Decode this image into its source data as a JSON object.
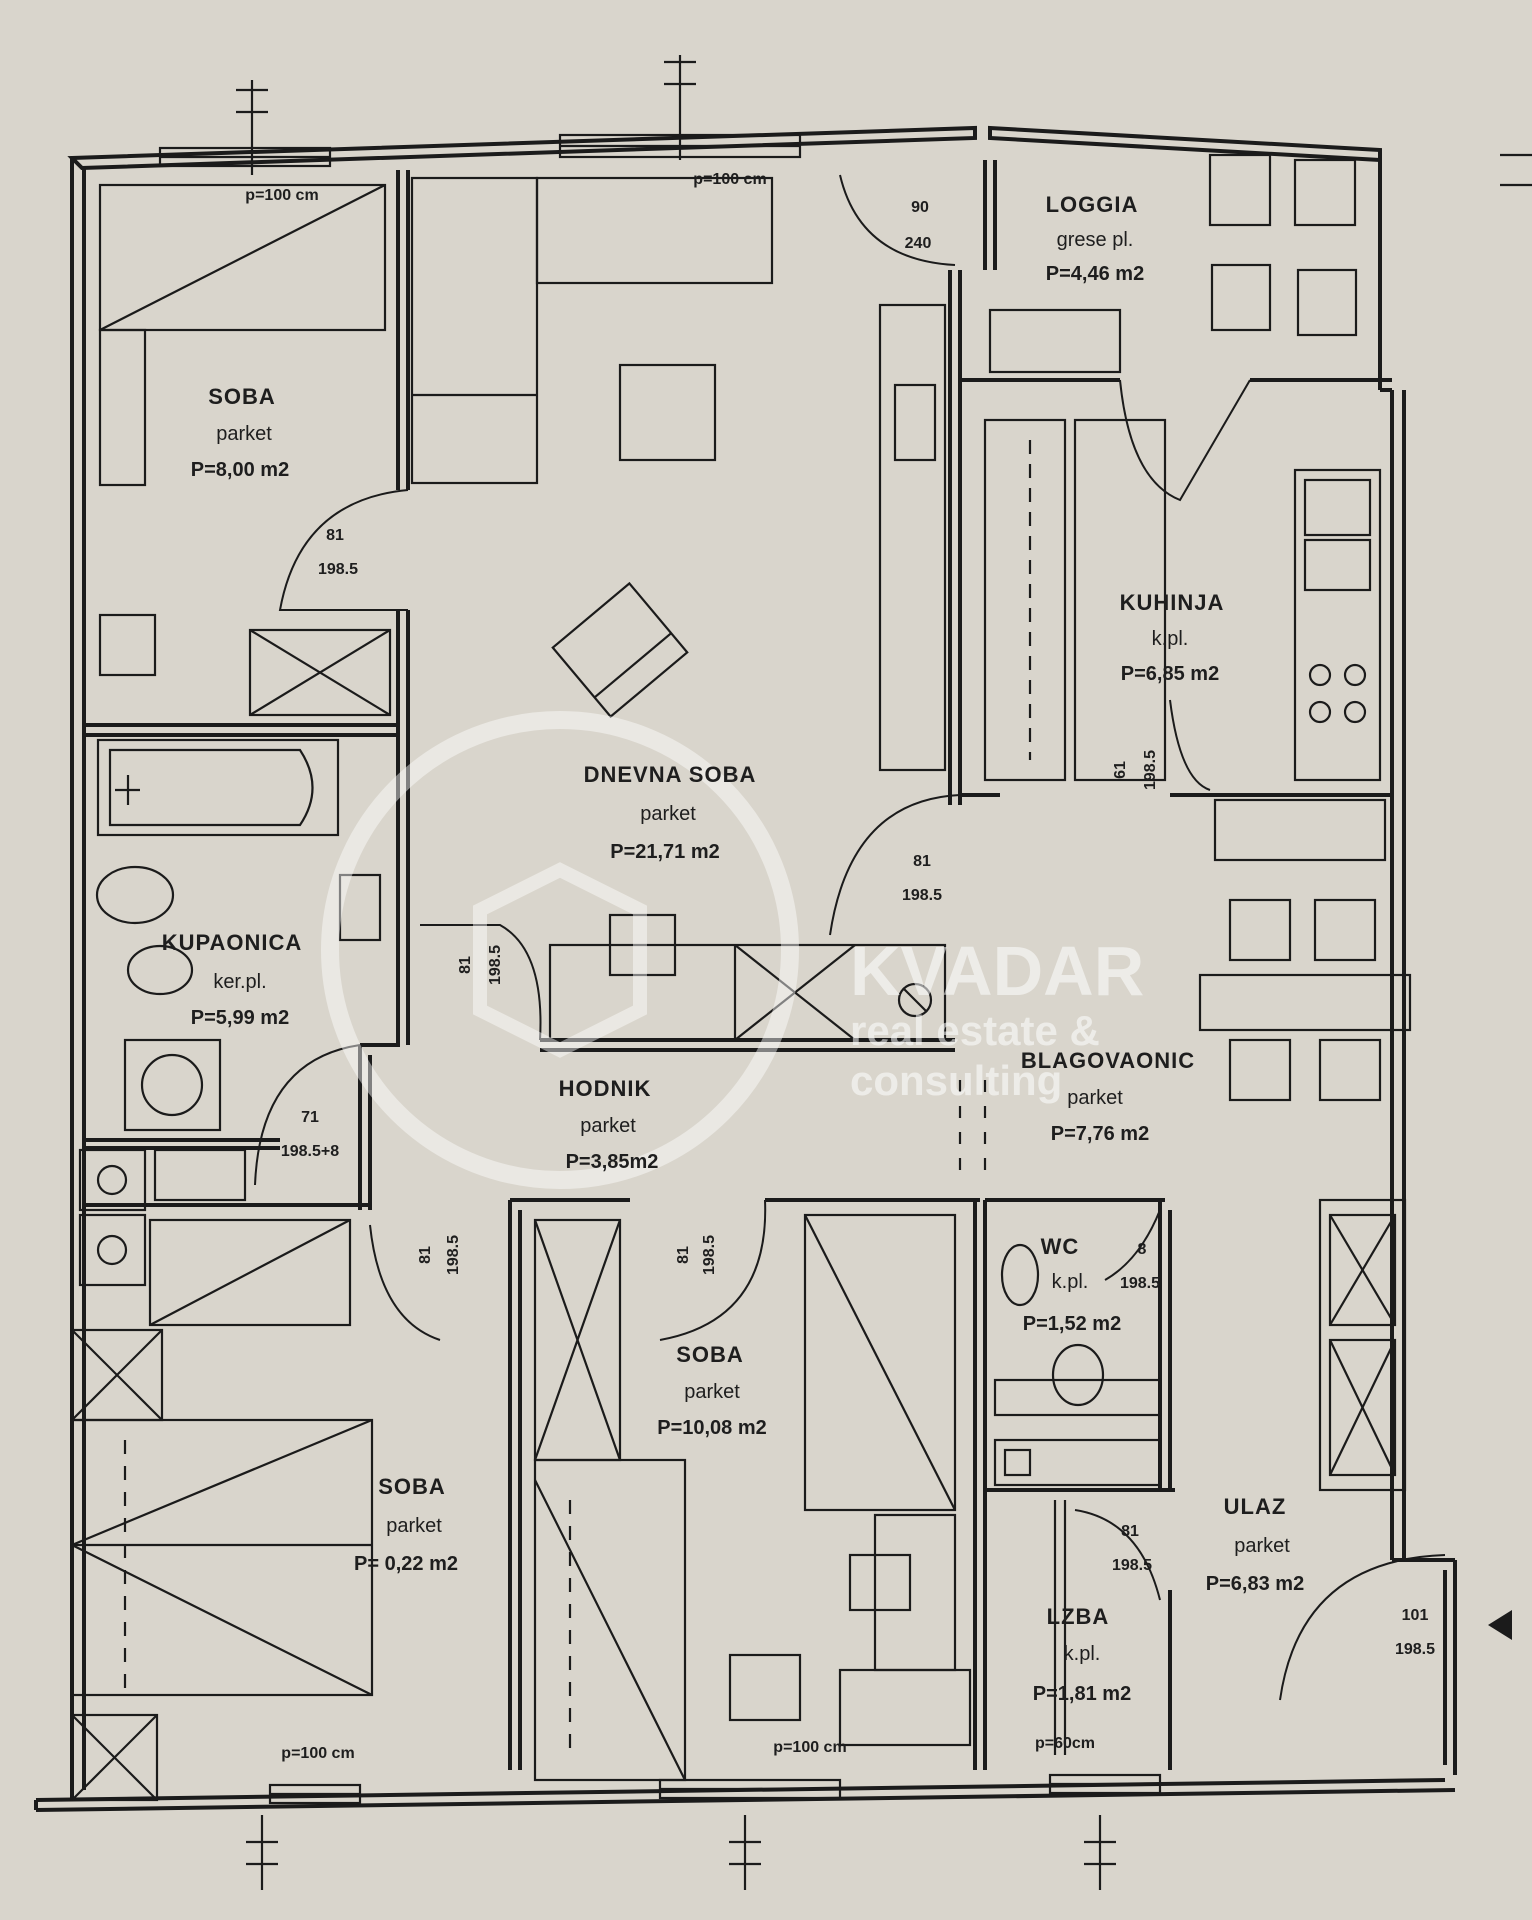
{
  "rooms": {
    "soba1": {
      "name": "SOBA",
      "floor": "parket",
      "area": "P=8,00 m2"
    },
    "dnevna": {
      "name": "DNEVNA SOBA",
      "floor": "parket",
      "area": "P=21,71 m2"
    },
    "loggia": {
      "name": "LOGGIA",
      "floor": "grese pl.",
      "area": "P=4,46 m2"
    },
    "kuhinja": {
      "name": "KUHINJA",
      "floor": "k.pl.",
      "area": "P=6,85 m2"
    },
    "kupaonica": {
      "name": "KUPAONICA",
      "floor": "ker.pl.",
      "area": "P=5,99 m2"
    },
    "hodnik": {
      "name": "HODNIK",
      "floor": "parket",
      "area": "P=3,85m2"
    },
    "blagovaonica": {
      "name": "BLAGOVAONIC",
      "floor": "parket",
      "area": "P=7,76 m2"
    },
    "wc": {
      "name": "WC",
      "floor": "k.pl.",
      "area": "P=1,52 m2"
    },
    "soba2": {
      "name": "SOBA",
      "floor": "parket",
      "area": "P=10,08 m2"
    },
    "soba3": {
      "name": "SOBA",
      "floor": "parket",
      "area": "P= 0,22 m2"
    },
    "ulaz": {
      "name": "ULAZ",
      "floor": "parket",
      "area": "P=6,83 m2"
    },
    "ostava": {
      "name": "LZBA",
      "floor": "k.pl.",
      "area": "P=1,81 m2"
    }
  },
  "dimensions": {
    "window_top_left": "p=100 cm",
    "window_top_mid": "p=100 cm",
    "window_bottom_left": "p=100 cm",
    "window_bottom_mid": "p=100 cm",
    "window_bottom_right": "p=60cm",
    "loggia_door_w": "90",
    "loggia_door_h": "240",
    "soba1_door_w": "81",
    "soba1_door_h": "198.5",
    "dnevna_door_w": "81",
    "dnevna_door_h": "198.5",
    "hall_door_w": "81",
    "hall_door_h": "198.5",
    "kup_door_w": "71",
    "kup_door_h": "198.5+8",
    "soba3_door_w": "81",
    "soba3_door_h": "198.5",
    "soba2_door_w": "81",
    "soba2_door_h": "198.5",
    "wc_door_w": "8",
    "wc_door_h": "198.5",
    "ostava_door_w": "81",
    "ostava_door_h": "198.5",
    "entry_door_w": "101",
    "entry_door_h": "198.5",
    "kuh_door_w": "61",
    "kuh_door_h": "198.5"
  },
  "watermark": {
    "brand": "KVADAR",
    "line1": "real estate &",
    "line2": "consulting"
  },
  "colors": {
    "paper": "#d9d5cc",
    "ink": "#1b1b1b",
    "watermark": "#ffffff"
  }
}
